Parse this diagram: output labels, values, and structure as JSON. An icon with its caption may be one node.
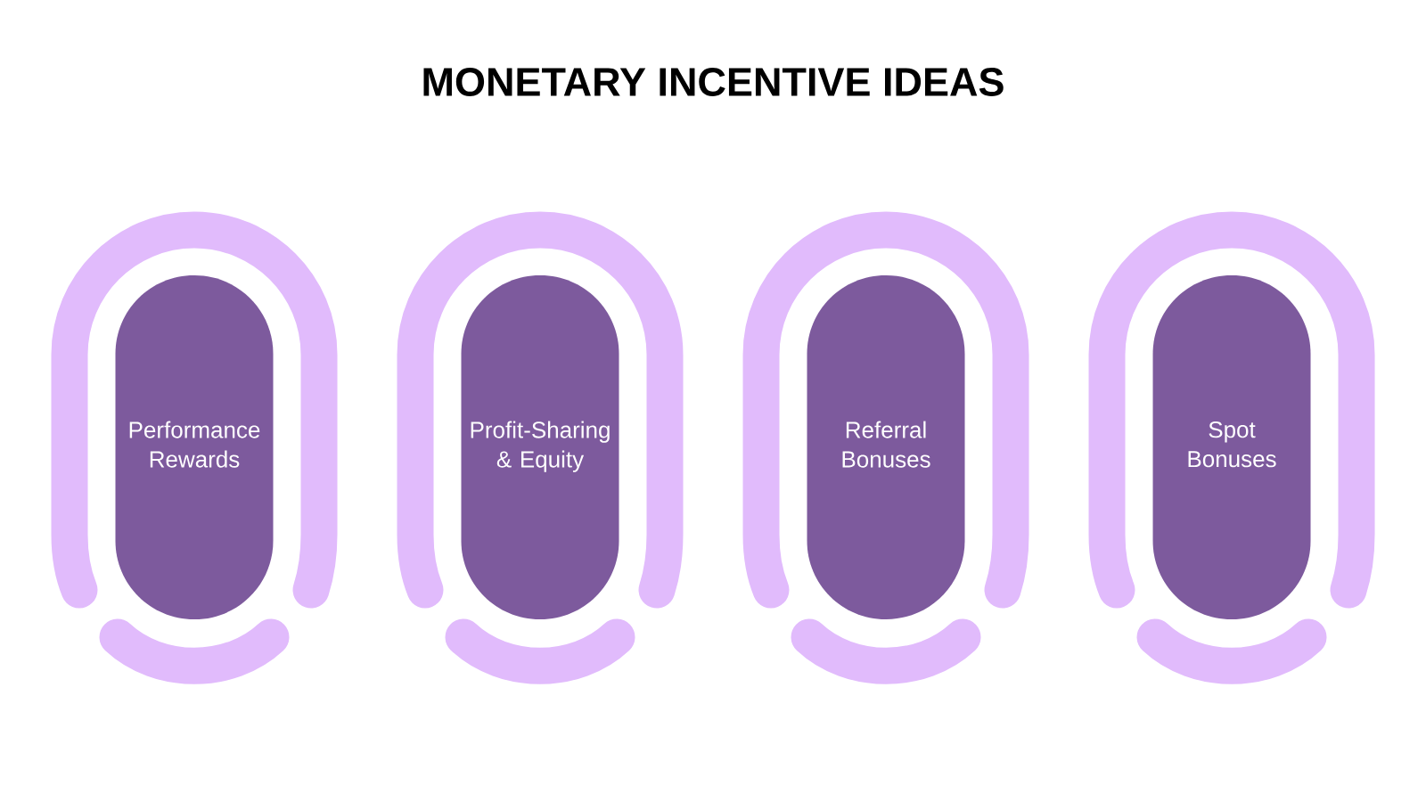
{
  "diagram": {
    "title": "MONETARY INCENTIVE IDEAS",
    "nodes": [
      {
        "text": [
          "Performance Rewards"
        ]
      },
      {
        "text": [
          "Profit-Sharing & Equity"
        ]
      },
      {
        "text": [
          "Referral Bonuses"
        ]
      },
      {
        "text": [
          "Spot Bonuses"
        ]
      }
    ]
  }
}
